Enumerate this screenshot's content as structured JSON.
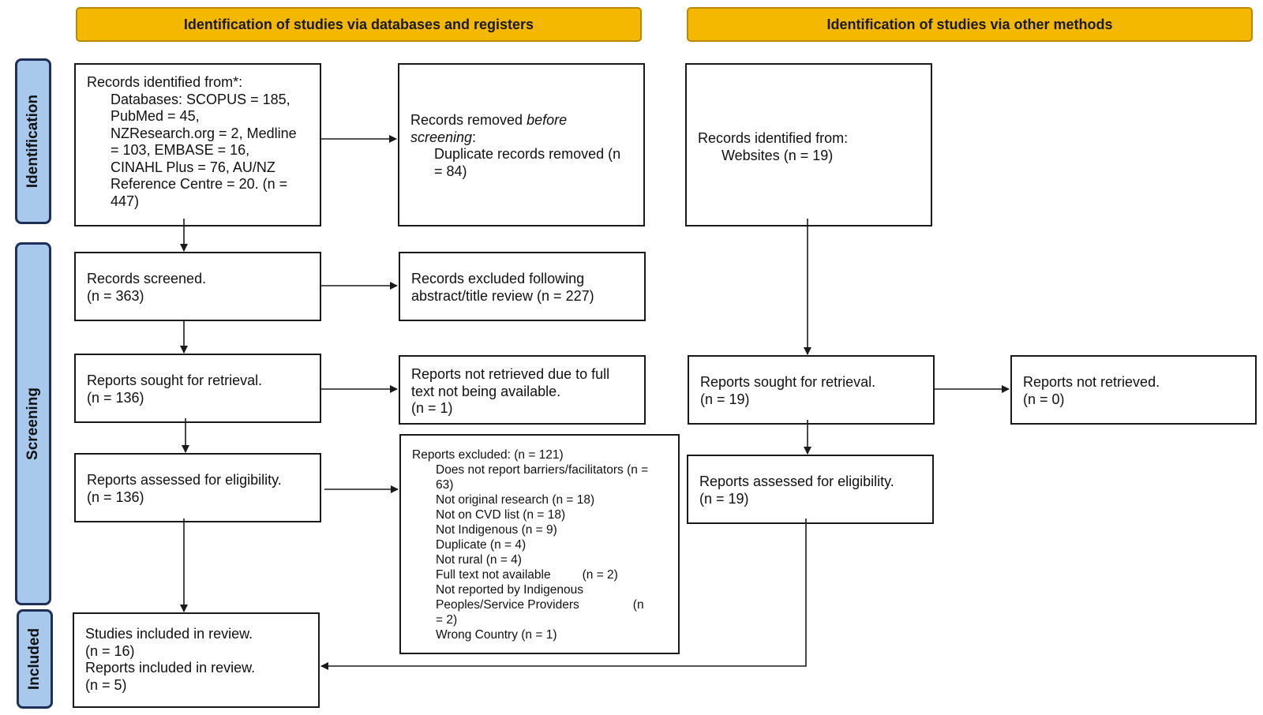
{
  "headers": {
    "databases": "Identification of studies via databases and registers",
    "other": "Identification of studies via other methods"
  },
  "phases": {
    "identification": "Identification",
    "screening": "Screening",
    "included": "Included"
  },
  "records_identified": {
    "title": "Records identified from*:",
    "lines": [
      "Databases: SCOPUS = 185,",
      "PubMed = 45,",
      "NZResearch.org = 2, Medline",
      "= 103, EMBASE = 16,",
      "CINAHL Plus = 76, AU/NZ",
      "Reference Centre = 20.  (n =",
      "447)"
    ]
  },
  "records_removed": {
    "title_plain": "Records removed ",
    "title_em": "before",
    "title_em2": "screening",
    "title_colon": ":",
    "lines": [
      "Duplicate records removed (n",
      "= 84)"
    ]
  },
  "other_identified": {
    "title": "Records identified from:",
    "line": "Websites (n = 19)"
  },
  "records_screened": {
    "title": "Records screened.",
    "n": "(n = 363)"
  },
  "records_excluded": {
    "l1": "Records excluded following",
    "l2": "abstract/title review (n = 227)"
  },
  "sought_db": {
    "title": "Reports sought for retrieval.",
    "n": "(n = 136)"
  },
  "not_retrieved_db": {
    "l1": "Reports not retrieved due to full",
    "l2": "text not being available.",
    "l3": "(n = 1)"
  },
  "sought_other": {
    "title": "Reports sought for retrieval.",
    "n": "(n = 19)"
  },
  "not_retrieved_other": {
    "title": "Reports not retrieved.",
    "n": "(n = 0)"
  },
  "assessed_db": {
    "title": "Reports assessed for eligibility.",
    "n": "(n = 136)"
  },
  "assessed_other": {
    "title": "Reports assessed for eligibility.",
    "n": "(n = 19)"
  },
  "reports_excluded": {
    "title": "Reports excluded: (n = 121)",
    "lines": [
      "Does not report barriers/facilitators (n =",
      "63)",
      "Not original research (n = 18)",
      "Not on CVD list  (n = 18)",
      "Not Indigenous (n = 9)",
      "Duplicate (n = 4)",
      "Not rural (n = 4)",
      "Full text not available",
      "(n = 2)",
      "Not reported by Indigenous",
      "Peoples/Service Providers",
      "(n",
      "= 2)",
      "Wrong Country  (n = 1)"
    ]
  },
  "included": {
    "studies": "Studies included in review.",
    "studies_n": "(n = 16)",
    "reports": "Reports included in review.",
    "reports_n": "(n = 5)"
  }
}
